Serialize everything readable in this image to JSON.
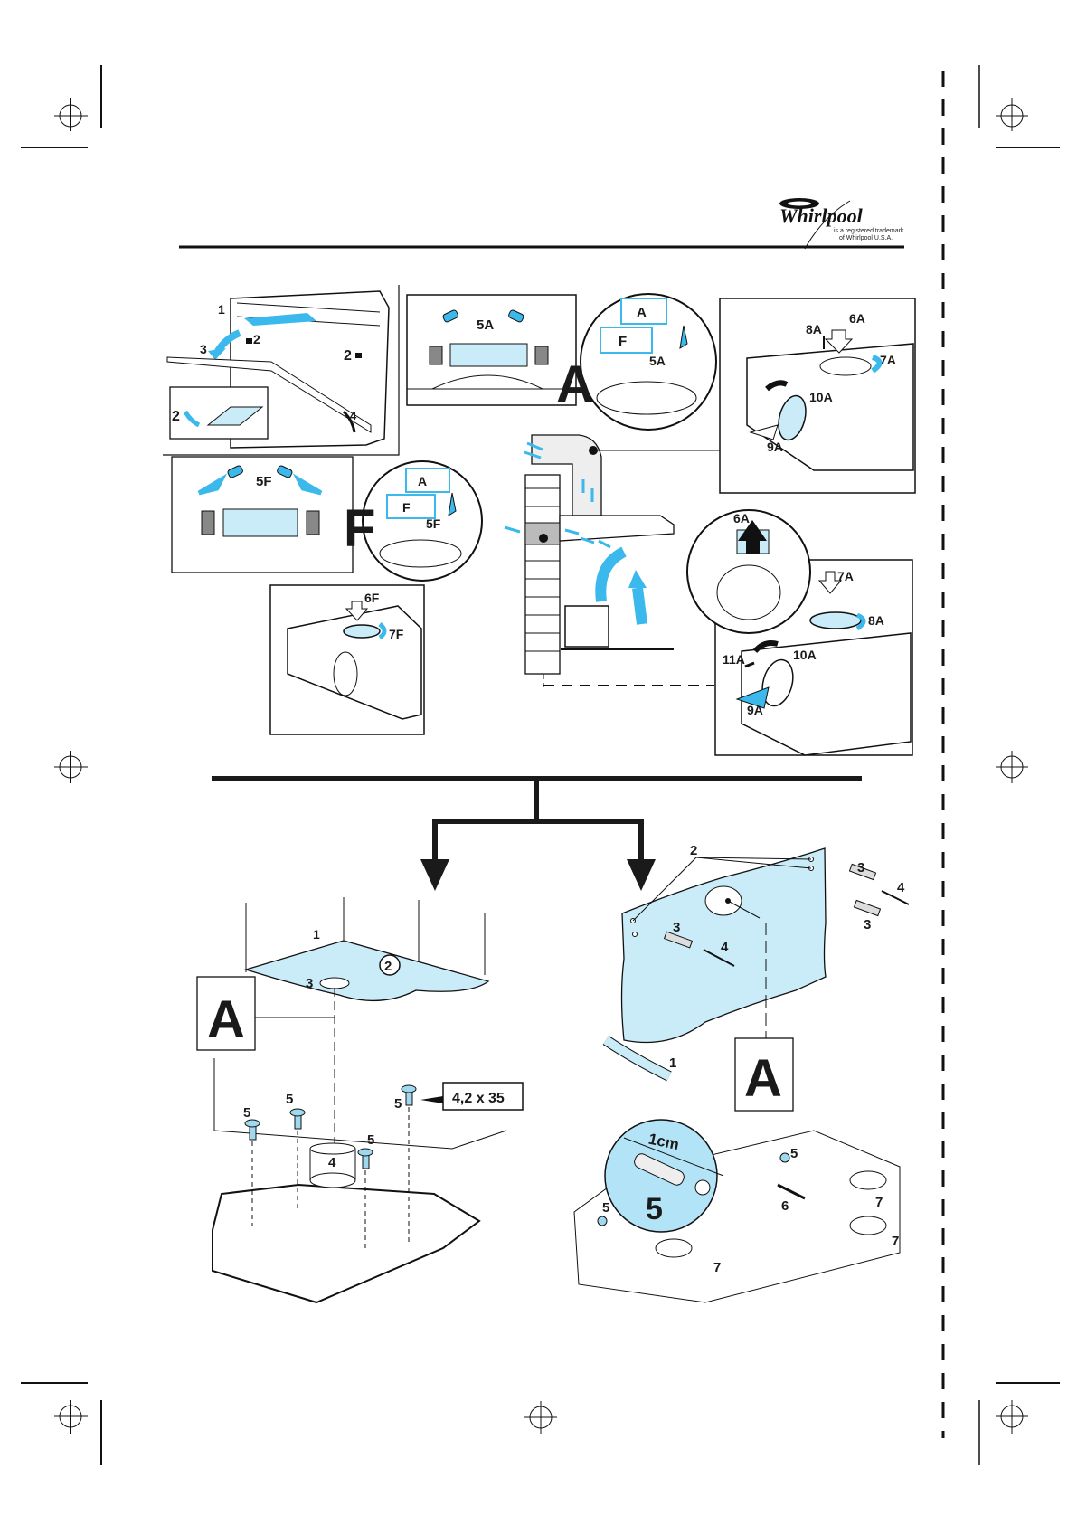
{
  "brand": {
    "name": "Whirlpool",
    "trademark_line1": "is a registered trademark",
    "trademark_line2": "of Whirlpool U.S.A."
  },
  "colors": {
    "accent_blue": "#3bb8ec",
    "light_blue": "#c9ecf8",
    "ink": "#1a1a1a"
  },
  "top_section": {
    "filter_panel": {
      "labels": [
        "1",
        "2",
        "3",
        "2",
        "2",
        "4"
      ]
    },
    "lamp_panel_a": {
      "label": "5A",
      "inset": {
        "box_a": "A",
        "box_f": "F",
        "step": "5A"
      },
      "mode_letter": "A"
    },
    "lamp_panel_f": {
      "label": "5F",
      "inset": {
        "box_a": "A",
        "box_f": "F",
        "step": "5F"
      },
      "mode_letter": "F"
    },
    "duct_panel_a": {
      "labels": [
        "8A",
        "6A",
        "7A",
        "10A",
        "9A"
      ]
    },
    "filter_cover_panel_f": {
      "labels": [
        "6F",
        "7F"
      ]
    },
    "valve_panel_a": {
      "labels": [
        "6A",
        "7A",
        "8A",
        "11A",
        "10A",
        "9A"
      ]
    }
  },
  "bottom_section": {
    "cabinet_mount": {
      "labels": [
        "1",
        "2",
        "3",
        "4",
        "5",
        "5",
        "5",
        "5"
      ],
      "mode_letter": "A",
      "screw_spec": "4,2 x 35"
    },
    "wall_mount": {
      "labels": [
        "2",
        "3",
        "4",
        "3",
        "4",
        "1",
        "5",
        "5",
        "6",
        "7",
        "7",
        "7"
      ],
      "mode_letter": "A",
      "detail": {
        "measure": "1cm",
        "step": "5"
      }
    }
  }
}
